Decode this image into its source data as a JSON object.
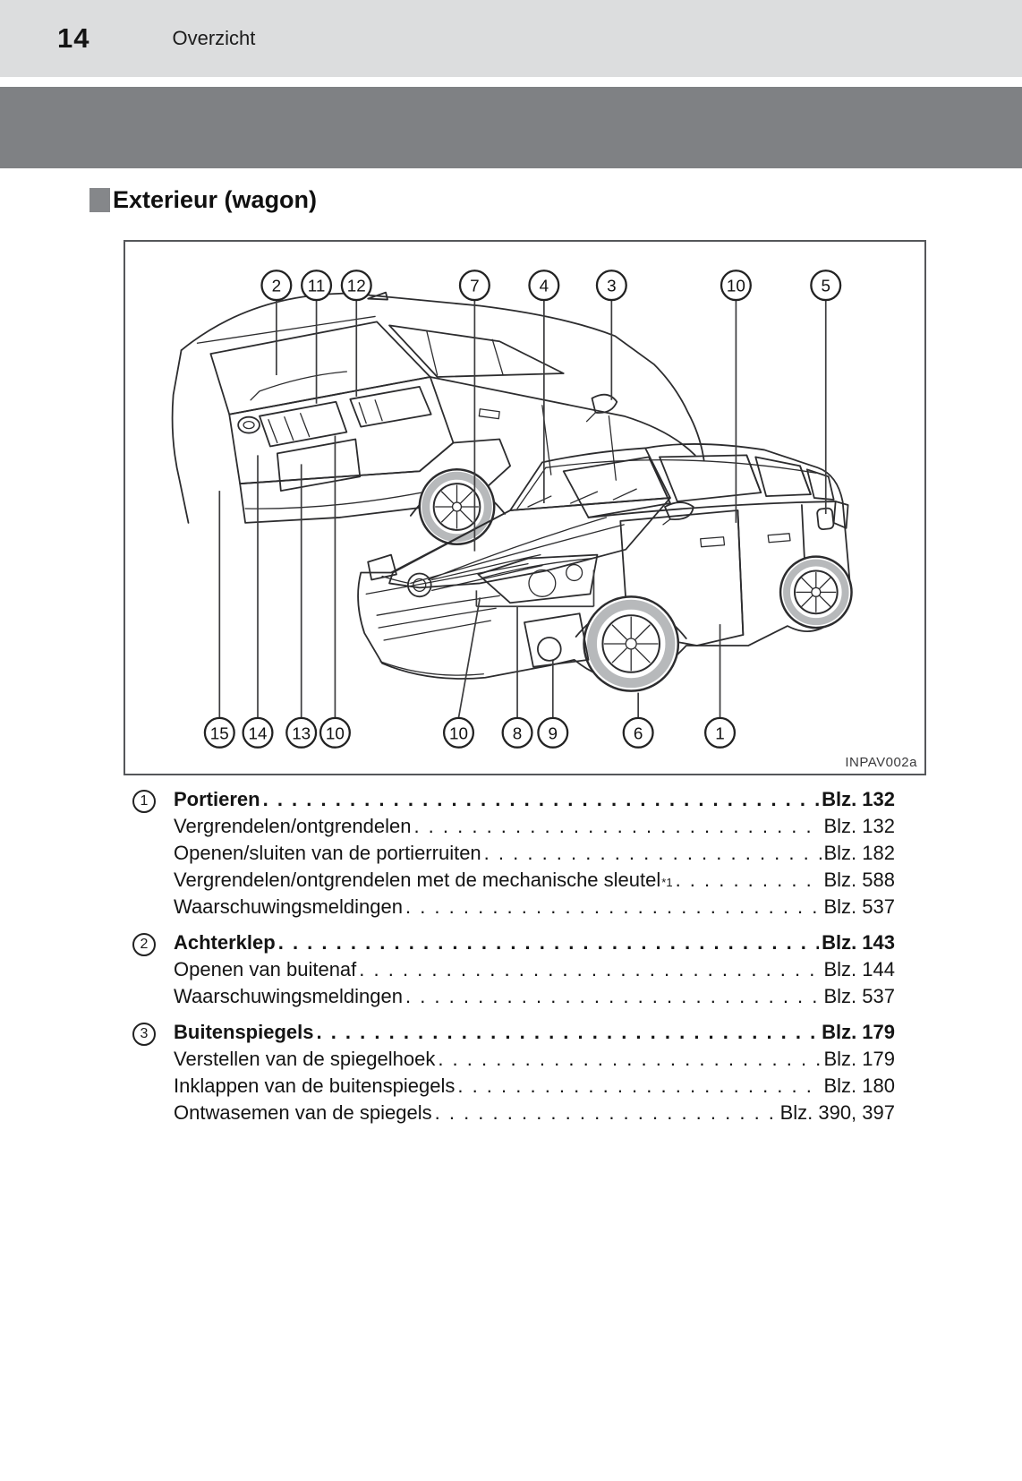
{
  "header": {
    "page_number": "14",
    "chapter": "Overzicht"
  },
  "section": {
    "title": "Exterieur (wagon)"
  },
  "figure": {
    "code": "INPAV002a",
    "shade_color": "#c9cbcc",
    "line_color": "#2c2c2e",
    "callouts": [
      "2",
      "11",
      "12",
      "7",
      "4",
      "3",
      "10",
      "5",
      "15",
      "14",
      "13",
      "10",
      "10",
      "8",
      "9",
      "6",
      "1"
    ]
  },
  "toc": {
    "items": [
      {
        "number": "1",
        "label": "Portieren",
        "page": "Blz. 132",
        "subitems": [
          {
            "label": "Vergrendelen/ontgrendelen",
            "page": "Blz. 132"
          },
          {
            "label": "Openen/sluiten van de portierruiten",
            "page": "Blz. 182"
          },
          {
            "label": "Vergrendelen/ontgrendelen met de mechanische sleutel",
            "sup": "*1",
            "page": "Blz. 588"
          },
          {
            "label": "Waarschuwingsmeldingen",
            "page": "Blz. 537"
          }
        ]
      },
      {
        "number": "2",
        "label": "Achterklep",
        "page": "Blz. 143",
        "subitems": [
          {
            "label": "Openen van buitenaf",
            "page": "Blz. 144"
          },
          {
            "label": "Waarschuwingsmeldingen",
            "page": "Blz. 537"
          }
        ]
      },
      {
        "number": "3",
        "label": "Buitenspiegels",
        "page": "Blz. 179",
        "subitems": [
          {
            "label": "Verstellen van de spiegelhoek",
            "page": "Blz. 179"
          },
          {
            "label": "Inklappen van de buitenspiegels",
            "page": "Blz. 180"
          },
          {
            "label": "Ontwasemen van de spiegels",
            "page": "Blz. 390, 397"
          }
        ]
      }
    ]
  }
}
